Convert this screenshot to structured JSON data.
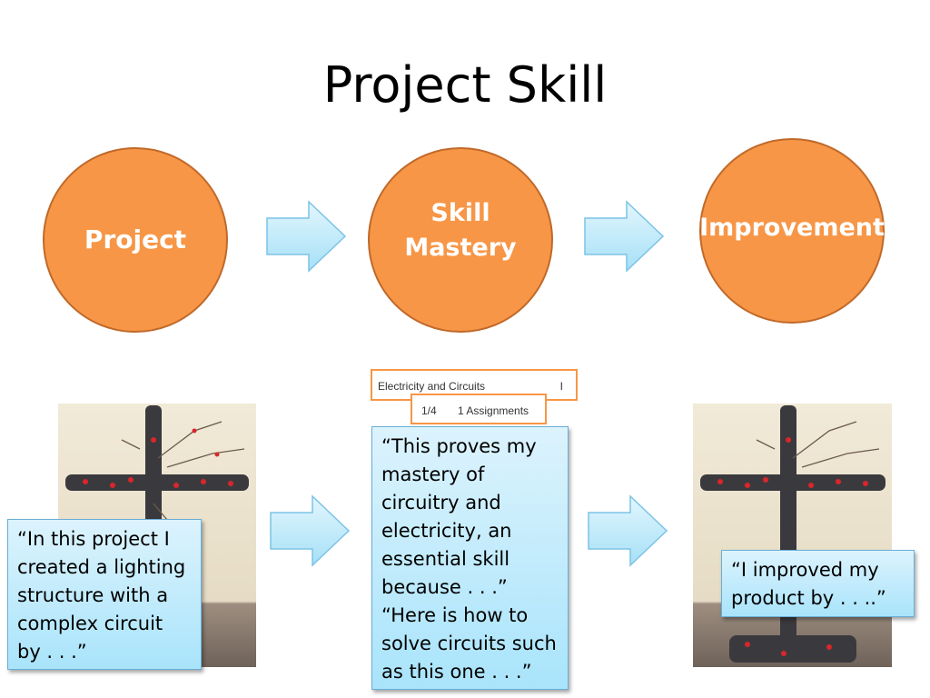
{
  "title": "Project Skill",
  "circles": [
    {
      "label": "Project"
    },
    {
      "label1": "Skill",
      "label2": "Mastery"
    },
    {
      "label": "Improvement"
    }
  ],
  "grade_widget": {
    "subject": "Electricity and Circuits",
    "subject_mark": "I",
    "score": "1/4",
    "assignments": "1 Assignments"
  },
  "quotes": {
    "project": "“In this project I created a lighting structure with a complex circuit by . . .”",
    "mastery_1": "“This proves my mastery of circuitry and electricity, an essential skill because . . .”",
    "mastery_2": "“Here is how to solve circuits such as this one . . .”",
    "improvement": "“I improved my product by . . ..”"
  },
  "colors": {
    "circle_fill": "#f79646",
    "arrow_fill": "#b7e6f9",
    "quote_fill": "#c7ecfc"
  }
}
